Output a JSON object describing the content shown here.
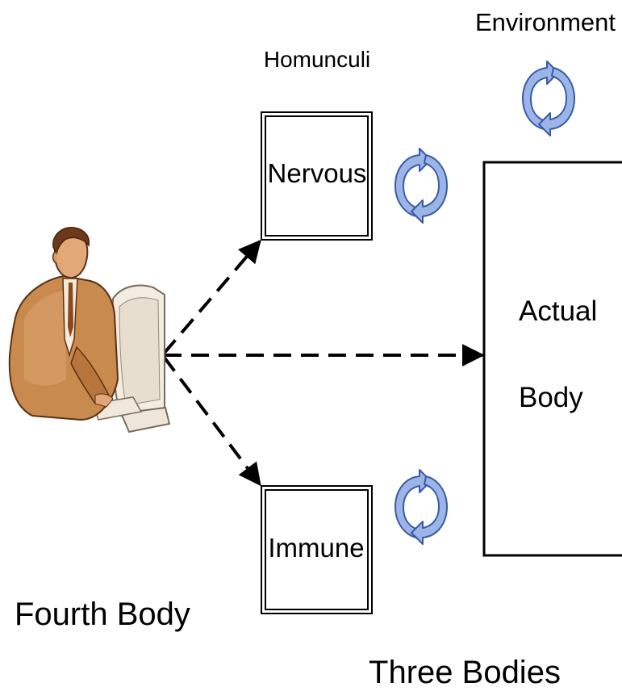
{
  "labels": {
    "environment": "Environment",
    "homunculi": "Homunculi",
    "nervous": "Nervous",
    "immune": "Immune",
    "actual_line1": "Actual",
    "actual_line2": "Body",
    "fourth_body": "Fourth Body",
    "three_bodies": "Three Bodies"
  },
  "icons": {
    "person": "person-at-computer-icon",
    "cycle": "cycle-arrows-icon"
  },
  "colors": {
    "cycle_fill": "#9bb6e6",
    "cycle_stroke": "#3a5aa8",
    "person_skin": "#c98a4e",
    "person_dark": "#5a3216",
    "box_stroke": "#000000"
  }
}
